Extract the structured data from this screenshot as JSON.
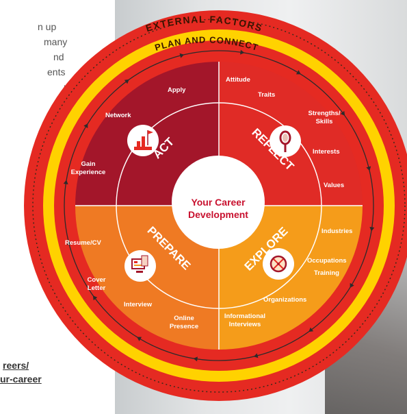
{
  "left_text": [
    "n up",
    "many",
    "nd",
    "ents",
    "r"
  ],
  "link": [
    "reers/",
    "ur-career"
  ],
  "wheel": {
    "outer_label": "EXTERNAL FACTORS",
    "ring_label": "PLAN AND CONNECT",
    "center": [
      "Your Career",
      "Development"
    ],
    "quadrants": {
      "act": {
        "title": "ACT",
        "color": "#a3162a",
        "items": [
          "Apply",
          "Network",
          "Gain",
          "Experience"
        ]
      },
      "reflect": {
        "title": "REFLECT",
        "color": "#e02b26",
        "items": [
          "Attitude",
          "Traits",
          "Strengths/",
          "Skills",
          "Interests",
          "Values"
        ]
      },
      "prepare": {
        "title": "PREPARE",
        "color": "#ef7a23",
        "items": [
          "Resume/CV",
          "Cover",
          "Letter",
          "Interview",
          "Online",
          "Presence"
        ]
      },
      "explore": {
        "title": "EXPLORE",
        "color": "#f59c1a",
        "items": [
          "Industries",
          "Occupations",
          "Training",
          "Organizations",
          "Informational",
          "Interviews"
        ]
      }
    },
    "colors": {
      "outer_ring": "#e52a22",
      "yellow_ring": "#ffd200",
      "arrow": "#2b2b2b"
    }
  }
}
